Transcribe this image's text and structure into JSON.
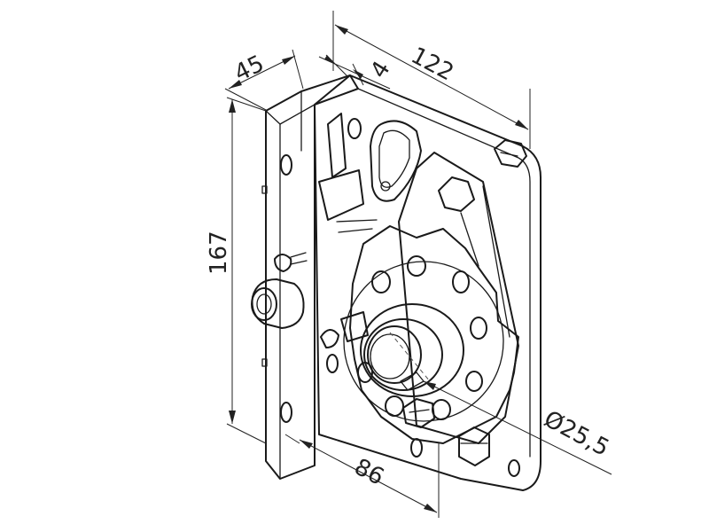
{
  "drawing": {
    "dimensions": {
      "width_total": "122",
      "depth": "45",
      "offset": "4",
      "height": "167",
      "base": "86",
      "bore": "Ø25,5"
    }
  }
}
